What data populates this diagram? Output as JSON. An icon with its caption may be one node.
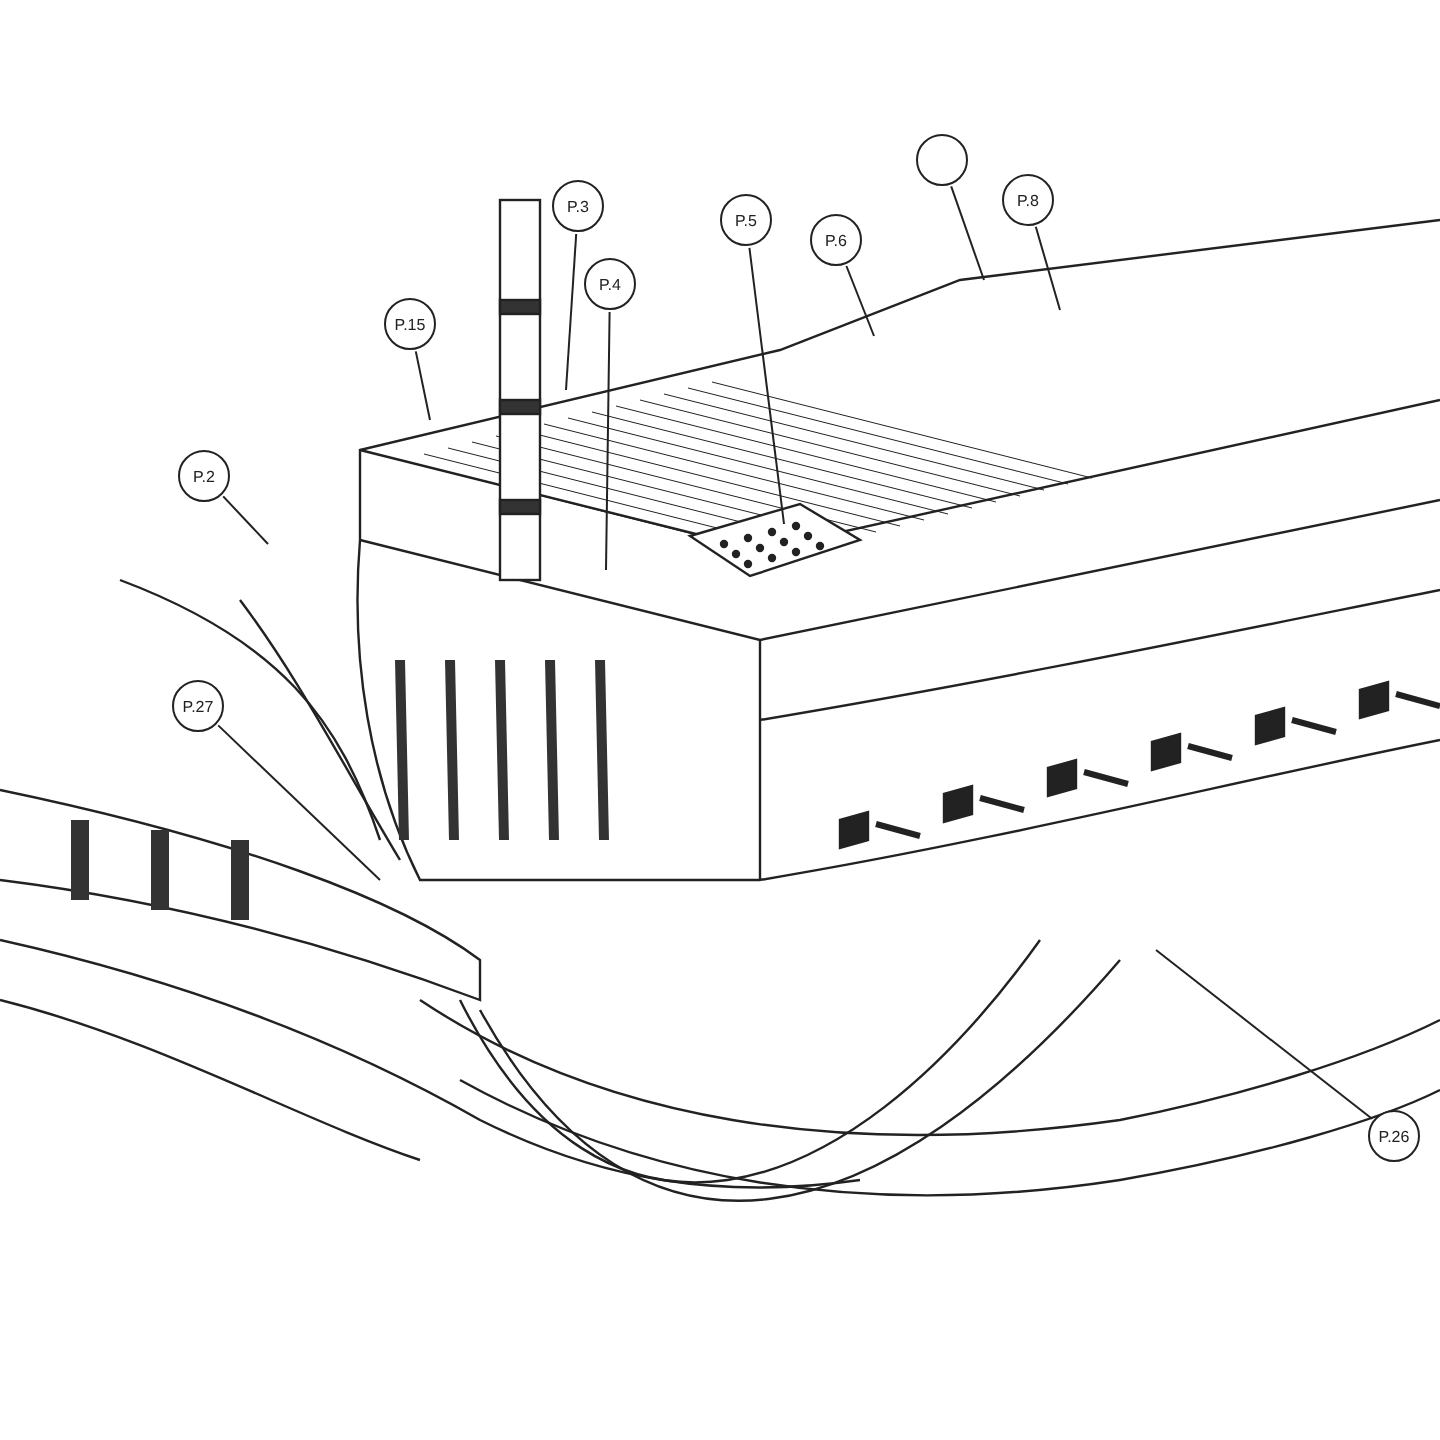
{
  "diagram": {
    "nodes": [
      {
        "text": [
          "P.3"
        ]
      },
      {
        "text": [],
        "shape": "circle"
      },
      {
        "text": [
          "P.8"
        ]
      },
      {
        "text": [
          "P.5"
        ]
      },
      {
        "text": [
          "P.6"
        ]
      },
      {
        "text": [
          "P.4"
        ]
      },
      {
        "text": [
          "P.15"
        ]
      },
      {
        "text": [
          "P.2"
        ]
      },
      {
        "text": [
          "P.27"
        ]
      },
      {
        "text": [
          "P.26"
        ]
      }
    ],
    "edges": [
      {
        "from": 0,
        "to": null,
        "arrow": "none"
      },
      {
        "from": 1,
        "to": null,
        "arrow": "none"
      },
      {
        "from": 2,
        "to": null,
        "arrow": "none"
      },
      {
        "from": 3,
        "to": null,
        "arrow": "none"
      },
      {
        "from": 4,
        "to": null,
        "arrow": "none"
      },
      {
        "from": 5,
        "to": null,
        "arrow": "none"
      },
      {
        "from": 6,
        "to": null,
        "arrow": "none"
      },
      {
        "from": 7,
        "to": null,
        "arrow": "none"
      },
      {
        "from": 8,
        "to": null,
        "arrow": "none"
      },
      {
        "from": 9,
        "to": null,
        "arrow": "none"
      }
    ]
  }
}
